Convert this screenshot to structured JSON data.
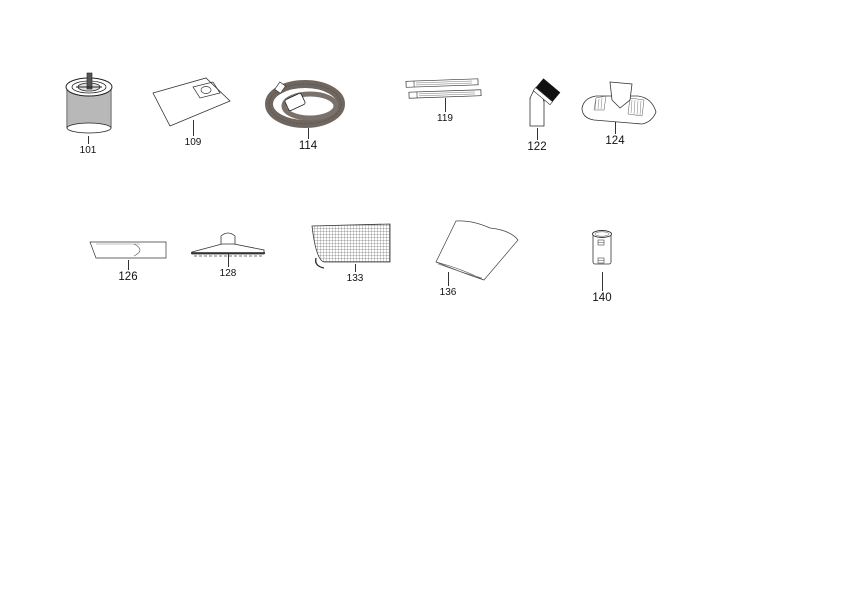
{
  "parts": [
    {
      "id": "p101",
      "number": "101",
      "icon": "cartridge-filter-icon"
    },
    {
      "id": "p109",
      "number": "109",
      "icon": "dust-bag-icon"
    },
    {
      "id": "p114",
      "number": "114",
      "icon": "hose-icon"
    },
    {
      "id": "p119",
      "number": "119",
      "icon": "extension-tubes-icon"
    },
    {
      "id": "p122",
      "number": "122",
      "icon": "brush-nozzle-icon"
    },
    {
      "id": "p124",
      "number": "124",
      "icon": "floor-nozzle-icon"
    },
    {
      "id": "p126",
      "number": "126",
      "icon": "crevice-tool-icon"
    },
    {
      "id": "p128",
      "number": "128",
      "icon": "wet-nozzle-icon"
    },
    {
      "id": "p133",
      "number": "133",
      "icon": "net-filter-icon"
    },
    {
      "id": "p136",
      "number": "136",
      "icon": "foam-filter-icon"
    },
    {
      "id": "p140",
      "number": "140",
      "icon": "adapter-icon"
    }
  ]
}
